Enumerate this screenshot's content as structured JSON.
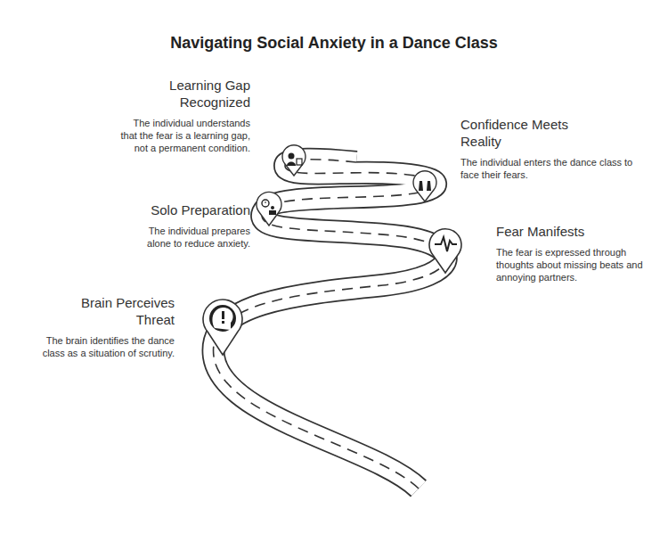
{
  "diagram": {
    "title": "Navigating Social Anxiety in a Dance Class",
    "nodes": [
      {
        "text": [
          "Brain Perceives Threat",
          "The brain identifies the dance class as a situation of scrutiny."
        ]
      },
      {
        "text": [
          "Fear Manifests",
          "The fear is expressed through thoughts about missing beats and annoying partners."
        ]
      },
      {
        "text": [
          "Solo Preparation",
          "The individual prepares alone to reduce anxiety."
        ]
      },
      {
        "text": [
          "Confidence Meets Reality",
          "The individual enters the dance class to face their fears."
        ]
      },
      {
        "text": [
          "Learning Gap Recognized",
          "The individual understands that the fear is a learning gap, not a permanent condition."
        ]
      }
    ]
  }
}
